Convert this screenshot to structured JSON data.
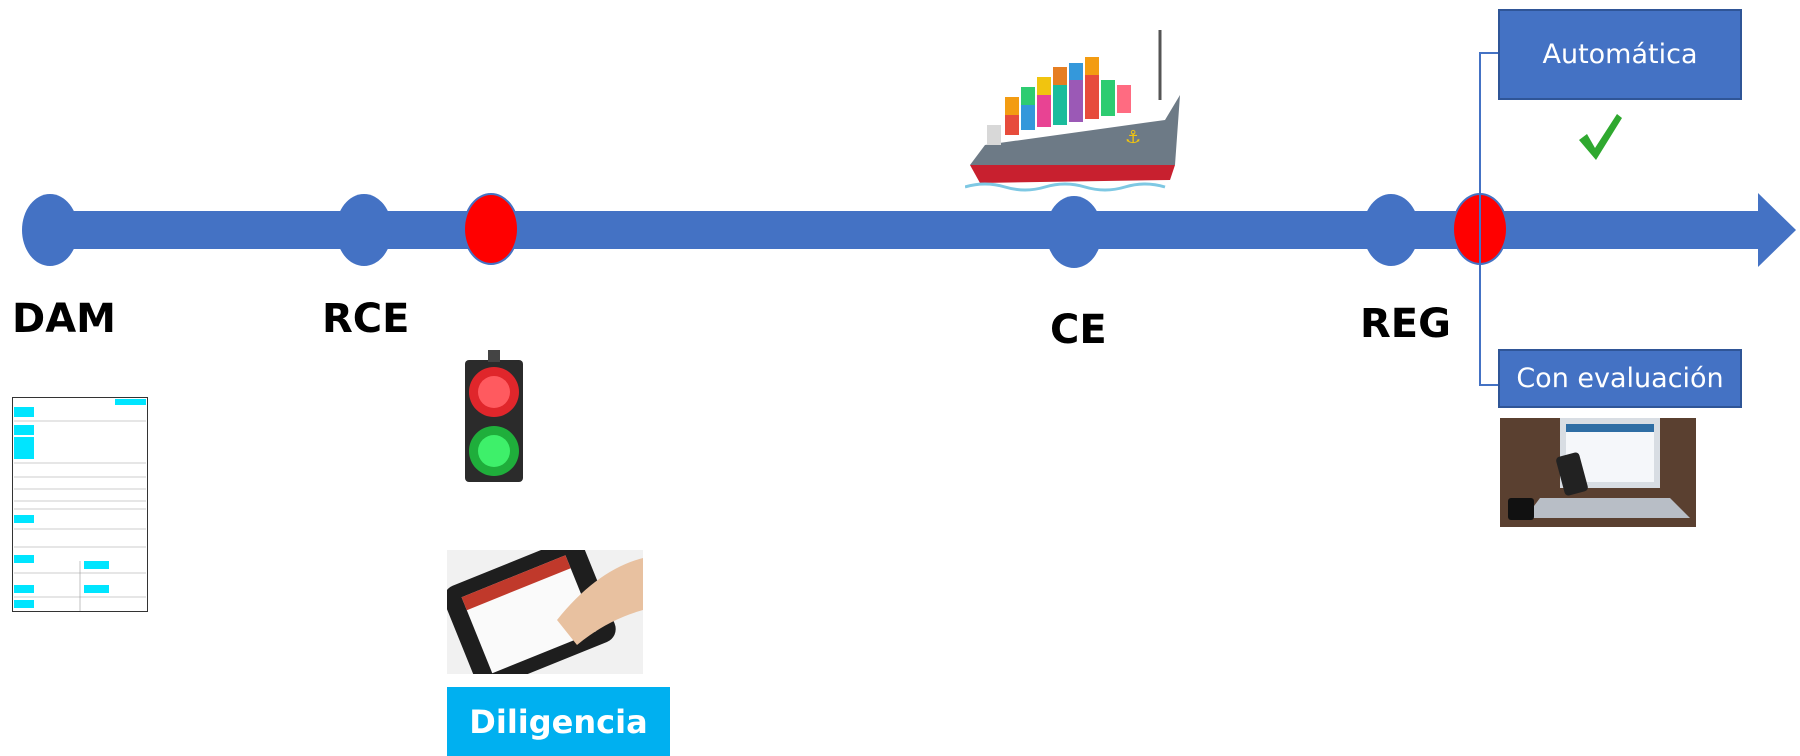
{
  "timeline": {
    "stages": [
      {
        "label": "DAM",
        "color": "#4472c4"
      },
      {
        "label": "RCE",
        "color": "#4472c4"
      },
      {
        "label": "",
        "color": "#ff0000"
      },
      {
        "label": "CE",
        "color": "#4472c4"
      },
      {
        "label": "REG",
        "color": "#4472c4"
      },
      {
        "label": "",
        "color": "#ff0000"
      }
    ],
    "accent_color": "#4472c4",
    "alert_color": "#ff0000"
  },
  "branches": {
    "automatic": "Automática",
    "evaluation": "Con evaluación"
  },
  "diligence_label": "Diligencia",
  "icons": {
    "checkmark": "check-icon",
    "ship": "cargo-ship-image",
    "traffic_light": "traffic-light-image",
    "form": "dam-form-image",
    "phone": "smartphone-image",
    "laptop": "laptop-image"
  }
}
